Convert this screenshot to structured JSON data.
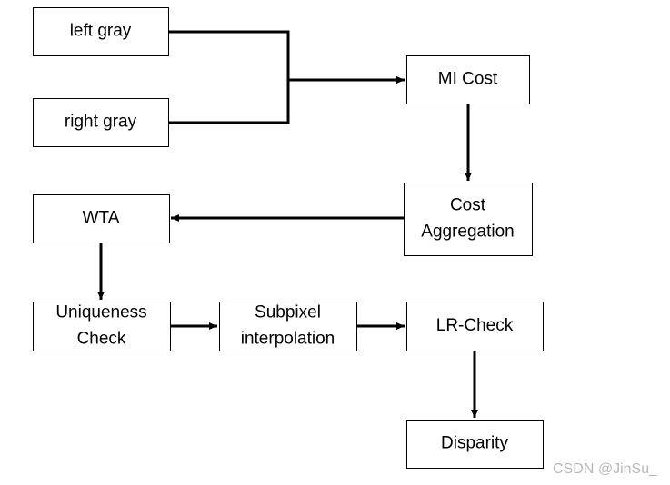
{
  "nodes": {
    "left_gray": [
      "left gray"
    ],
    "right_gray": [
      "right gray"
    ],
    "mi_cost": [
      "MI Cost"
    ],
    "cost_aggregation": [
      "Cost",
      "Aggregation"
    ],
    "wta": [
      "WTA"
    ],
    "uniqueness_check": [
      "Uniqueness",
      "Check"
    ],
    "subpixel_interpolation": [
      "Subpixel",
      "interpolation"
    ],
    "lr_check": [
      "LR-Check"
    ],
    "disparity": [
      "Disparity"
    ]
  },
  "edges": [
    {
      "from": "left_gray",
      "to": "mi_cost"
    },
    {
      "from": "right_gray",
      "to": "mi_cost"
    },
    {
      "from": "mi_cost",
      "to": "cost_aggregation"
    },
    {
      "from": "cost_aggregation",
      "to": "wta"
    },
    {
      "from": "wta",
      "to": "uniqueness_check"
    },
    {
      "from": "uniqueness_check",
      "to": "subpixel_interpolation"
    },
    {
      "from": "subpixel_interpolation",
      "to": "lr_check"
    },
    {
      "from": "lr_check",
      "to": "disparity"
    }
  ],
  "watermark": "CSDN @JinSu_",
  "colors": {
    "stroke": "#000000",
    "box_fill": "#ffffff",
    "watermark": "#b8b8b8"
  }
}
